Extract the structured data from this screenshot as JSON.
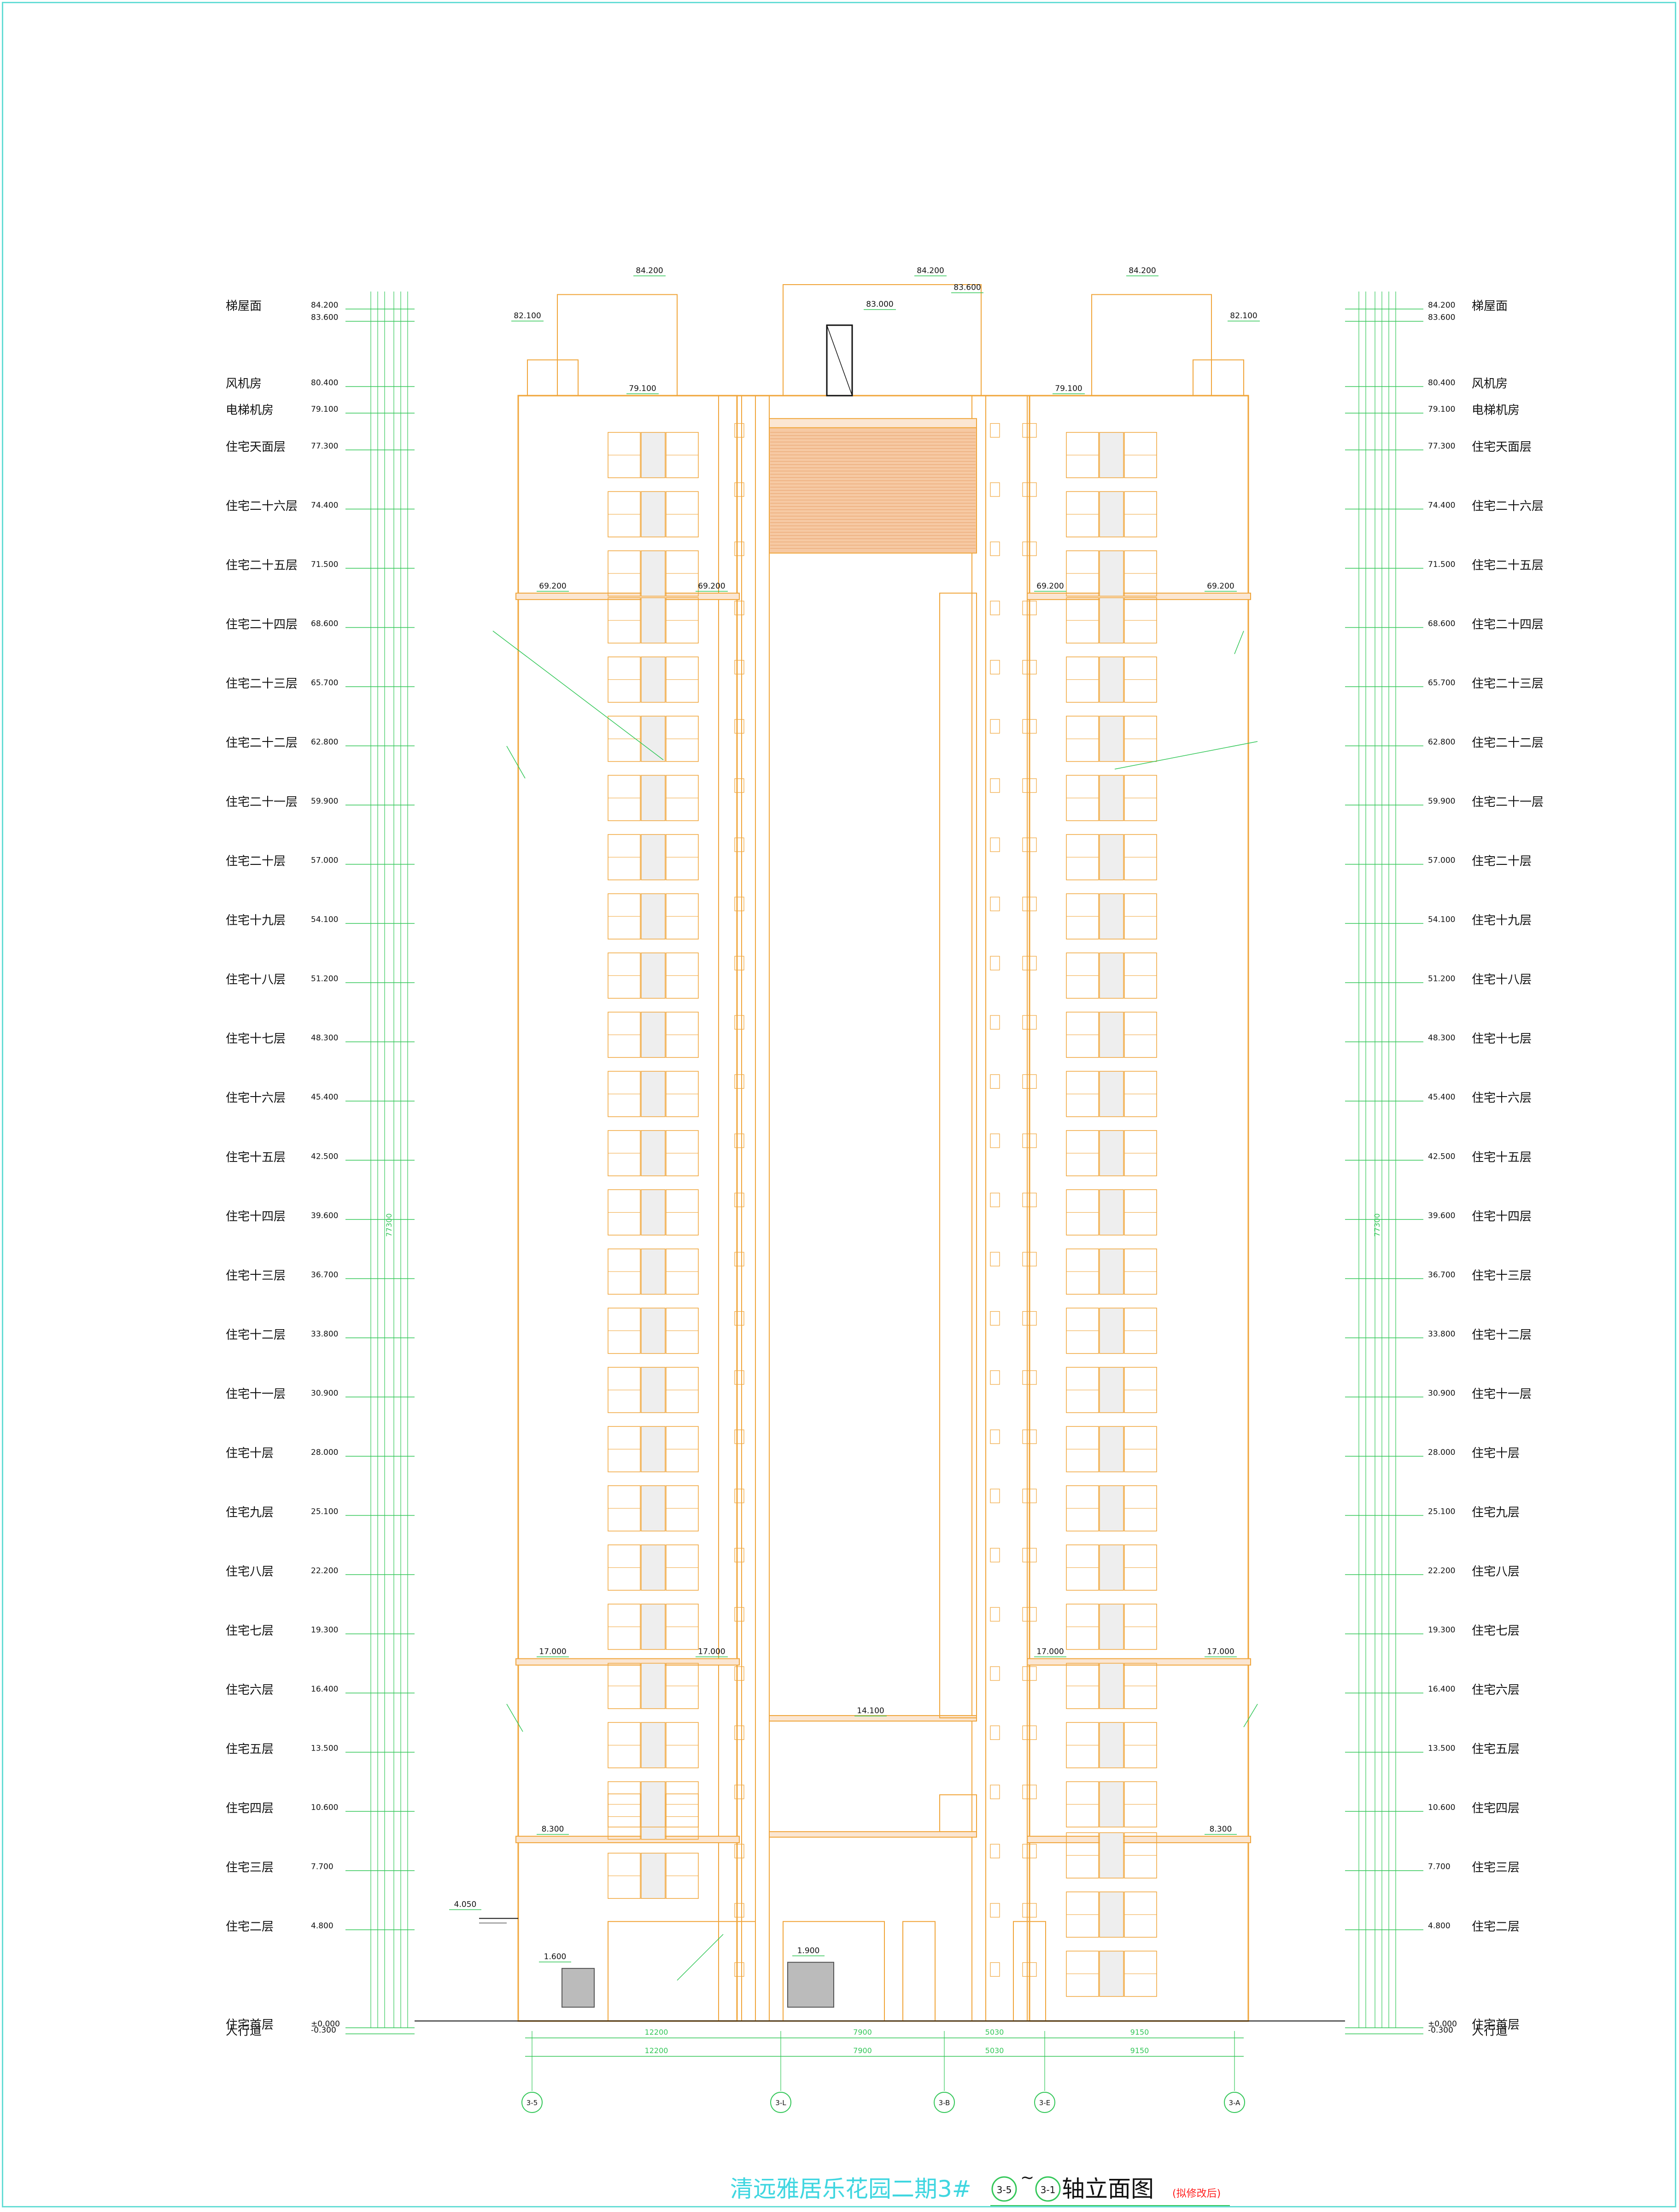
{
  "drawing": {
    "title_project": "清远雅居乐花园二期3#",
    "title_axis_from": "3-5",
    "title_axis_to": "3-1",
    "title_tilde": "~",
    "title_suffix": "轴立面图",
    "title_note": "(拟修改后)",
    "colors": {
      "outline": "#f0a53a",
      "dim": "#34c759",
      "text": "#111111",
      "title": "#3fd6e0",
      "note": "#ff2020",
      "fill_panel": "#f6c9a3"
    }
  },
  "floors": [
    {
      "name": "梯屋面",
      "elev": "84.200"
    },
    {
      "name": "",
      "elev": "83.600"
    },
    {
      "name": "风机房",
      "elev": "80.400"
    },
    {
      "name": "电梯机房",
      "elev": "79.100"
    },
    {
      "name": "住宅天面层",
      "elev": "77.300"
    },
    {
      "name": "住宅二十六层",
      "elev": "74.400"
    },
    {
      "name": "住宅二十五层",
      "elev": "71.500"
    },
    {
      "name": "住宅二十四层",
      "elev": "68.600"
    },
    {
      "name": "住宅二十三层",
      "elev": "65.700"
    },
    {
      "name": "住宅二十二层",
      "elev": "62.800"
    },
    {
      "name": "住宅二十一层",
      "elev": "59.900"
    },
    {
      "name": "住宅二十层",
      "elev": "57.000"
    },
    {
      "name": "住宅十九层",
      "elev": "54.100"
    },
    {
      "name": "住宅十八层",
      "elev": "51.200"
    },
    {
      "name": "住宅十七层",
      "elev": "48.300"
    },
    {
      "name": "住宅十六层",
      "elev": "45.400"
    },
    {
      "name": "住宅十五层",
      "elev": "42.500"
    },
    {
      "name": "住宅十四层",
      "elev": "39.600"
    },
    {
      "name": "住宅十三层",
      "elev": "36.700"
    },
    {
      "name": "住宅十二层",
      "elev": "33.800"
    },
    {
      "name": "住宅十一层",
      "elev": "30.900"
    },
    {
      "name": "住宅十层",
      "elev": "28.000"
    },
    {
      "name": "住宅九层",
      "elev": "25.100"
    },
    {
      "name": "住宅八层",
      "elev": "22.200"
    },
    {
      "name": "住宅七层",
      "elev": "19.300"
    },
    {
      "name": "住宅六层",
      "elev": "16.400"
    },
    {
      "name": "住宅五层",
      "elev": "13.500"
    },
    {
      "name": "住宅四层",
      "elev": "10.600"
    },
    {
      "name": "住宅三层",
      "elev": "7.700"
    },
    {
      "name": "住宅二层",
      "elev": "4.800"
    },
    {
      "name": "住宅首层",
      "elev": "±0.000"
    },
    {
      "name": "人行道",
      "elev": "-0.300"
    }
  ],
  "dims": {
    "total_height": "77300",
    "bays": [
      "12200",
      "7900",
      "5030",
      "9150"
    ],
    "axes": [
      "3-5",
      "3-L",
      "3-B",
      "3-E",
      "3-A"
    ]
  },
  "building_marks": {
    "roof_top": "84.200",
    "roof_mid": "83.600",
    "roof_parapet": "83.000",
    "roof_side": "82.100",
    "machine_room": "79.100",
    "setback_upper": "69.200",
    "setback_lower": "17.000",
    "podium_top": "8.300",
    "central_bay": "14.100",
    "canopy": "4.050",
    "entry_left": "1.600",
    "entry_center": "1.900"
  }
}
